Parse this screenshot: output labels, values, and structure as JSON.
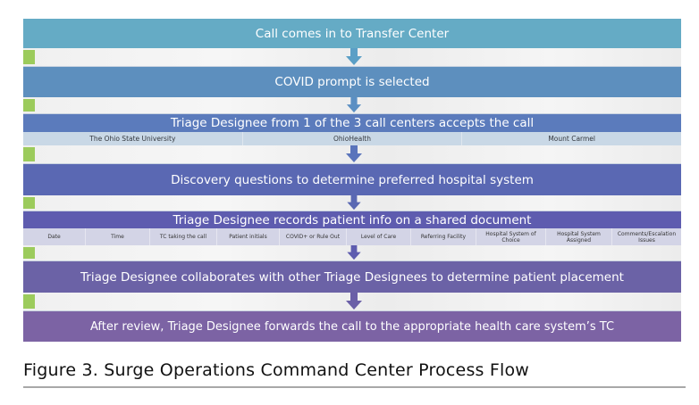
{
  "steps": [
    {
      "label": "Call comes in to Transfer Center"
    },
    {
      "label": "COVID prompt is selected"
    },
    {
      "label": "Triage Designee from 1 of the 3 call centers accepts the call",
      "call_centers": [
        "The Ohio State University",
        "OhioHealth",
        "Mount Carmel"
      ]
    },
    {
      "label": "Discovery questions to determine preferred hospital system"
    },
    {
      "label": "Triage Designee records patient info on a shared document",
      "document_columns": [
        "Date",
        "Time",
        "TC taking the call",
        "Patient initials",
        "COVID+ or Rule Out",
        "Level of Care",
        "Referring Facility",
        "Hospital System of Choice",
        "Hospital System Assigned",
        "Comments/Escalation Issues"
      ]
    },
    {
      "label": "Triage Designee collaborates with other Triage Designees to determine patient placement"
    },
    {
      "label": "After review, Triage Designee forwards the call to the appropriate health care system’s TC"
    }
  ],
  "connector": {
    "icon": "arrow-down-icon",
    "marker_icon": "green-square-marker"
  },
  "colors": {
    "step1": "#65abc5",
    "step2": "#5d8fbe",
    "step3": "#5b7bbc",
    "step4": "#5a68b3",
    "step5": "#5e5caf",
    "step6": "#6b62a6",
    "step7": "#7c63a4",
    "arrow": "#5b8fc3",
    "marker": "#9ccb5c"
  },
  "caption": "Figure 3. Surge Operations Command Center Process Flow"
}
